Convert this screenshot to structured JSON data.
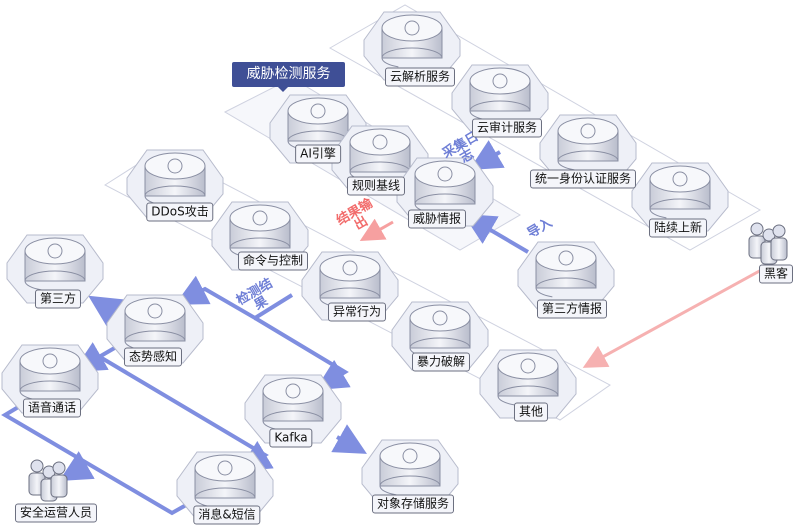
{
  "title": "威胁检测服务",
  "colors": {
    "flow": "#7f8ee0",
    "attack": "#f6b1b1",
    "result": "#f26c6c",
    "title_bg": "#3f4f96"
  },
  "annotations": {
    "collect_logs": "采集日志",
    "output_results": "结果输出",
    "import": "导入",
    "detection_results": "检测结果"
  },
  "nodes": [
    {
      "id": "dns",
      "label": "云解析服务",
      "icon": "cloud-dns-icon"
    },
    {
      "id": "audit",
      "label": "云审计服务",
      "icon": "cloud-audit-icon"
    },
    {
      "id": "iam",
      "label": "统一身份认证服务",
      "icon": "identity-card-icon"
    },
    {
      "id": "new",
      "label": "陆续上新",
      "icon": "new-badge-icon"
    },
    {
      "id": "hacker",
      "label": "黑客",
      "icon": "people-icon"
    },
    {
      "id": "ai",
      "label": "AI引擎",
      "icon": "chip-icon"
    },
    {
      "id": "rule",
      "label": "规则基线",
      "icon": "baseline-icon"
    },
    {
      "id": "intel",
      "label": "威胁情报",
      "icon": "document-icon"
    },
    {
      "id": "ddos",
      "label": "DDoS攻击",
      "icon": "missile-icon"
    },
    {
      "id": "c2",
      "label": "命令与控制",
      "icon": "sliders-icon"
    },
    {
      "id": "anomaly",
      "label": "异常行为",
      "icon": "anomaly-icon"
    },
    {
      "id": "brute",
      "label": "暴力破解",
      "icon": "crack-icon"
    },
    {
      "id": "other",
      "label": "其他",
      "icon": "more-icon"
    },
    {
      "id": "tpintel",
      "label": "第三方情报",
      "icon": "folder-icon"
    },
    {
      "id": "third",
      "label": "第三方",
      "icon": "loop-icon"
    },
    {
      "id": "sa",
      "label": "态势感知",
      "icon": "shield-icon"
    },
    {
      "id": "voice",
      "label": "语音通话",
      "icon": "phone-cloud-icon"
    },
    {
      "id": "kafka",
      "label": "Kafka",
      "icon": "kafka-icon"
    },
    {
      "id": "obs",
      "label": "对象存储服务",
      "icon": "storage-cloud-icon"
    },
    {
      "id": "sms",
      "label": "消息&短信",
      "icon": "message-cloud-icon"
    },
    {
      "id": "ops",
      "label": "安全运营人员",
      "icon": "people-icon"
    }
  ]
}
